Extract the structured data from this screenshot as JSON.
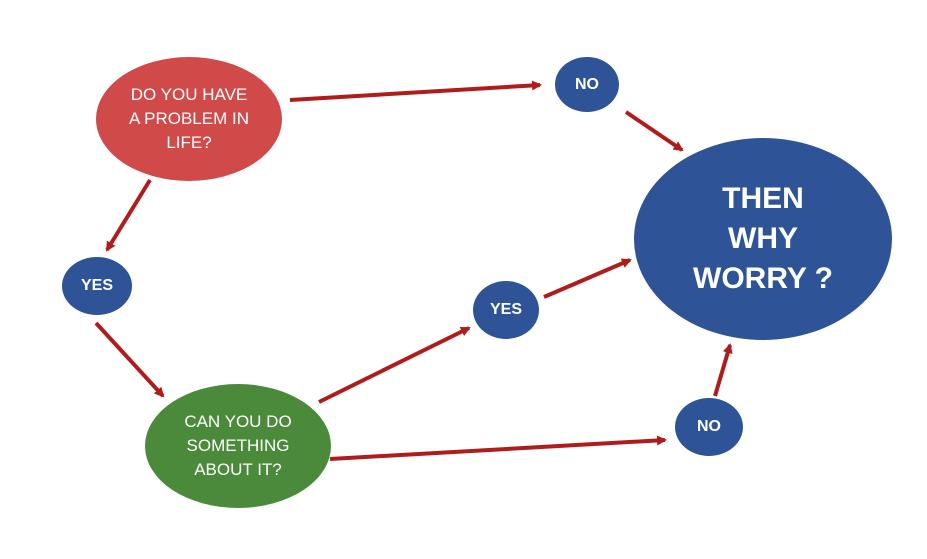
{
  "colors": {
    "question_red": "#d04a4a",
    "question_green": "#4a8a3a",
    "answer_blue": "#2e5497",
    "arrow_red": "#b01c1c",
    "node_outline": "#ffffff"
  },
  "nodes": {
    "problem_question": "DO YOU HAVE\nA PROBLEM IN\nLIFE?",
    "action_question": "CAN YOU DO\nSOMETHING\nABOUT IT?",
    "yes_problem": "YES",
    "no_problem": "NO",
    "yes_action": "YES",
    "no_action": "NO",
    "conclusion": "THEN\nWHY\nWORRY ?"
  }
}
